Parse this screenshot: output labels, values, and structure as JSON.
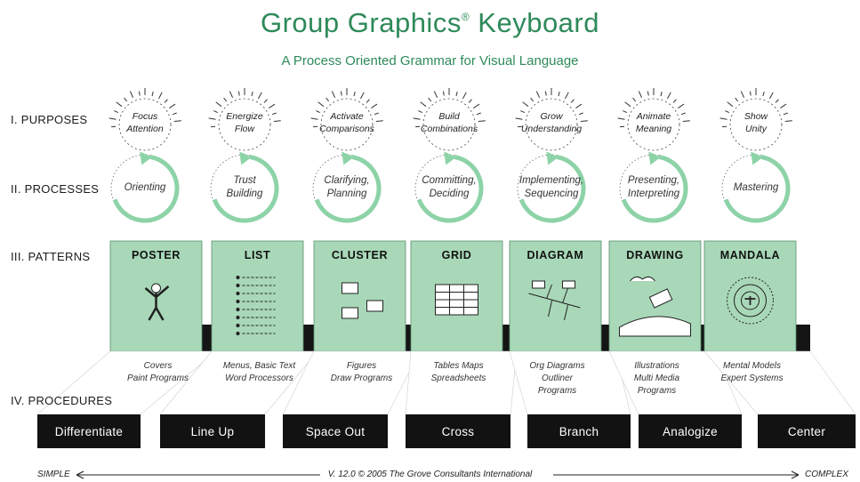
{
  "title": "Group Graphics",
  "title_mark": "®",
  "title_suffix": " Keyboard",
  "subtitle": "A Process Oriented Grammar for Visual Language",
  "rows": {
    "purposes": "I. PURPOSES",
    "processes": "II. PROCESSES",
    "patterns": "III. PATTERNS",
    "procedures": "IV. PROCEDURES"
  },
  "accent_color": "#2e8a5a",
  "card_color": "#a8d8b8",
  "key_color": "#121212",
  "columns": [
    {
      "purpose": [
        "Focus",
        "Attention"
      ],
      "process": [
        "Orienting"
      ],
      "pattern": "POSTER",
      "tools": [
        "Covers",
        "Paint Programs"
      ],
      "key": "Differentiate"
    },
    {
      "purpose": [
        "Energize",
        "Flow"
      ],
      "process": [
        "Trust",
        "Building"
      ],
      "pattern": "LIST",
      "tools": [
        "Menus, Basic Text",
        "Word Processors"
      ],
      "key": "Line Up"
    },
    {
      "purpose": [
        "Activate",
        "Comparisons"
      ],
      "process": [
        "Clarifying,",
        "Planning"
      ],
      "pattern": "CLUSTER",
      "tools": [
        "Figures",
        "Draw Programs"
      ],
      "key": "Space Out"
    },
    {
      "purpose": [
        "Build",
        "Combinations"
      ],
      "process": [
        "Committing,",
        "Deciding"
      ],
      "pattern": "GRID",
      "tools": [
        "Tables Maps",
        "Spreadsheets"
      ],
      "key": "Cross"
    },
    {
      "purpose": [
        "Grow",
        "Understanding"
      ],
      "process": [
        "Implementing,",
        "Sequencing"
      ],
      "pattern": "DIAGRAM",
      "tools": [
        "Org Diagrams",
        "Outliner",
        "Programs"
      ],
      "key": "Branch"
    },
    {
      "purpose": [
        "Animate",
        "Meaning"
      ],
      "process": [
        "Presenting,",
        "Interpreting"
      ],
      "pattern": "DRAWING",
      "tools": [
        "Illustrations",
        "Multi Media",
        "Programs"
      ],
      "key": "Analogize"
    },
    {
      "purpose": [
        "Show",
        "Unity"
      ],
      "process": [
        "Mastering"
      ],
      "pattern": "MANDALA",
      "tools": [
        "Mental Models",
        "Expert Systems"
      ],
      "key": "Center"
    }
  ],
  "footer": {
    "left": "SIMPLE",
    "center": "V. 12.0 © 2005 The Grove Consultants International",
    "right": "COMPLEX"
  }
}
